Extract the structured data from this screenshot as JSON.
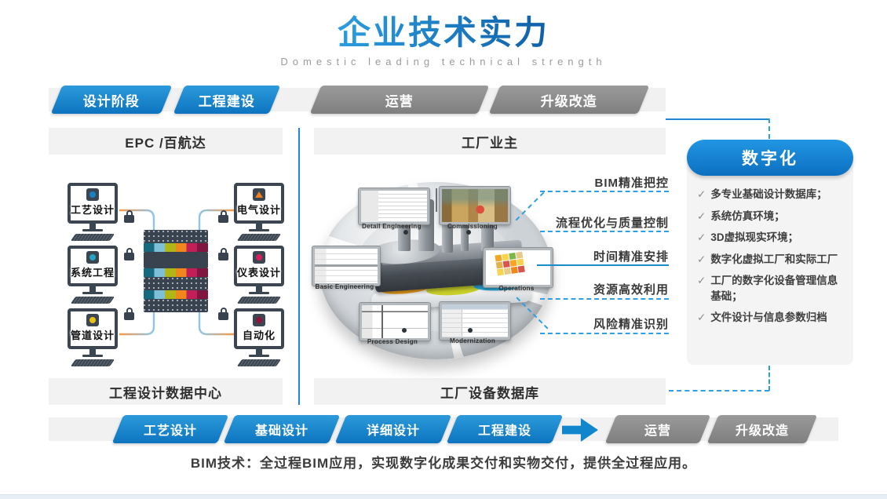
{
  "title": {
    "main": "企业技术实力",
    "subtitle": "Domestic leading technical strength"
  },
  "top_tabs": [
    {
      "label": "设计阶段"
    },
    {
      "label": "工程建设"
    },
    {
      "label": "运营"
    },
    {
      "label": "升级改造"
    }
  ],
  "left_section": {
    "header": "EPC /百航达",
    "footer": "工程设计数据中心",
    "nodes": [
      {
        "label": "工艺设计"
      },
      {
        "label": "电气设计"
      },
      {
        "label": "系统工程"
      },
      {
        "label": "仪表设计"
      },
      {
        "label": "管道设计"
      },
      {
        "label": "自动化"
      }
    ]
  },
  "middle_section": {
    "header": "工厂业主",
    "footer": "工厂设备数据库",
    "circle_labels": [
      {
        "label": "Detail Engineering"
      },
      {
        "label": "Commissioning"
      },
      {
        "label": "Basic Engineering"
      },
      {
        "label": "Operations"
      },
      {
        "label": "Process Design"
      },
      {
        "label": "Modernization"
      }
    ]
  },
  "benefit_labels": [
    {
      "label": "BIM精准把控"
    },
    {
      "label": "流程优化与质量控制"
    },
    {
      "label": "时间精准安排"
    },
    {
      "label": "资源高效利用"
    },
    {
      "label": "风险精准识别"
    }
  ],
  "digital_panel": {
    "title": "数字化",
    "check_glyph": "✓",
    "items": [
      "多专业基础设计数据库；",
      "系统仿真环境；",
      "3D虚拟现实环境；",
      "数字化虚拟工厂和实际工厂",
      "工厂的数字化设备管理信息基础；",
      "文件设计与信息参数归档"
    ]
  },
  "bottom_steps": [
    {
      "label": "工艺设计"
    },
    {
      "label": "基础设计"
    },
    {
      "label": "详细设计"
    },
    {
      "label": "工程建设"
    },
    {
      "label": "运营"
    },
    {
      "label": "升级改造"
    }
  ],
  "caption": "BIM技术：全过程BIM应用，实现数字化成果交付和实物交付，提供全过程应用。",
  "colors": {
    "accent_blue": "#1286cd",
    "tab_gray": "#8c8c8c",
    "dash_blue": "#2e9fe0",
    "title_blue": "#1a71c2",
    "stripe_colors": [
      "#16697f",
      "#7fc0d8",
      "#b0b518",
      "#f0861c",
      "#c21e58",
      "#801540"
    ]
  }
}
